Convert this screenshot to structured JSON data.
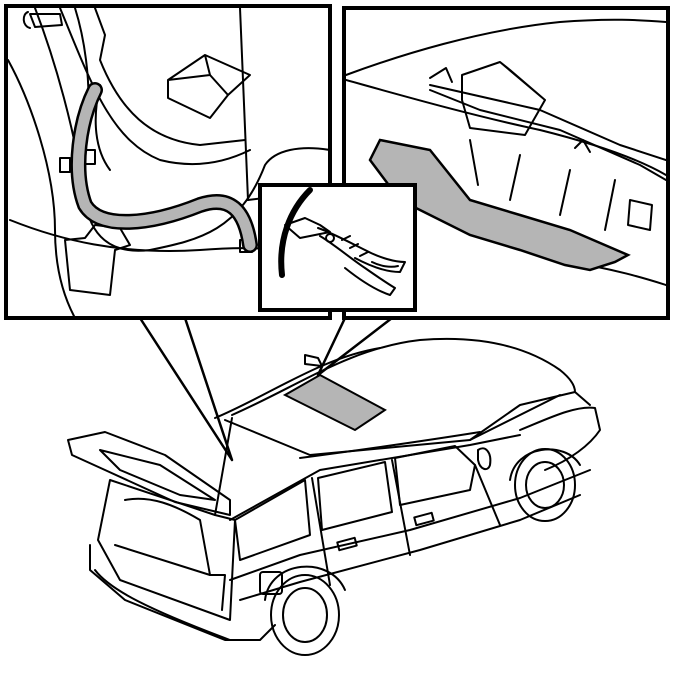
{
  "figure": {
    "panels": [
      "left-detail-panel",
      "right-detail-panel",
      "inset-tool-panel",
      "car-overview"
    ],
    "colors": {
      "line": "#000000",
      "background": "#ffffff",
      "highlight": "#b5b5b5"
    },
    "icons": [
      "pliers-icon",
      "clip-icon",
      "sunroof-shade",
      "seal-strip"
    ]
  }
}
